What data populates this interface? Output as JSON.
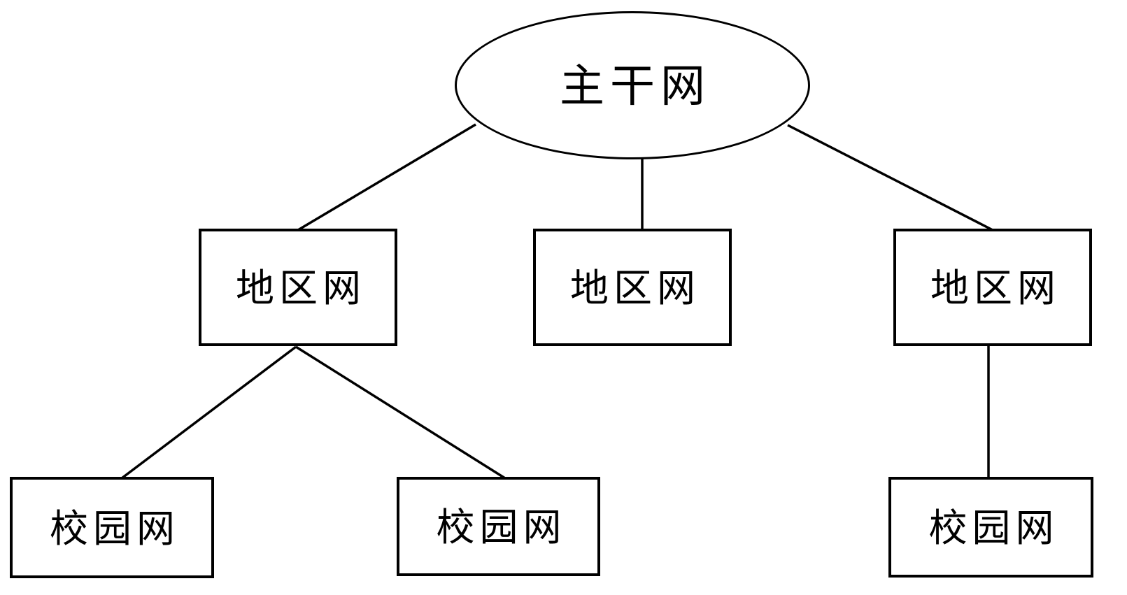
{
  "diagram": {
    "background_color": "#ffffff",
    "stroke_color": "#000000",
    "nodes": {
      "backbone": {
        "label": "主干网",
        "shape": "ellipse",
        "level": 1
      },
      "region_left": {
        "label": "地区网",
        "shape": "rect",
        "level": 2
      },
      "region_center": {
        "label": "地区网",
        "shape": "rect",
        "level": 2
      },
      "region_right": {
        "label": "地区网",
        "shape": "rect",
        "level": 2
      },
      "campus_left": {
        "label": "校园网",
        "shape": "rect",
        "level": 3
      },
      "campus_center": {
        "label": "校园网",
        "shape": "rect",
        "level": 3
      },
      "campus_right": {
        "label": "校园网",
        "shape": "rect",
        "level": 3
      }
    },
    "edges": [
      {
        "from": "backbone",
        "to": "region_left"
      },
      {
        "from": "backbone",
        "to": "region_center"
      },
      {
        "from": "backbone",
        "to": "region_right"
      },
      {
        "from": "region_left",
        "to": "campus_left"
      },
      {
        "from": "region_left",
        "to": "campus_center"
      },
      {
        "from": "region_right",
        "to": "campus_right"
      }
    ]
  }
}
